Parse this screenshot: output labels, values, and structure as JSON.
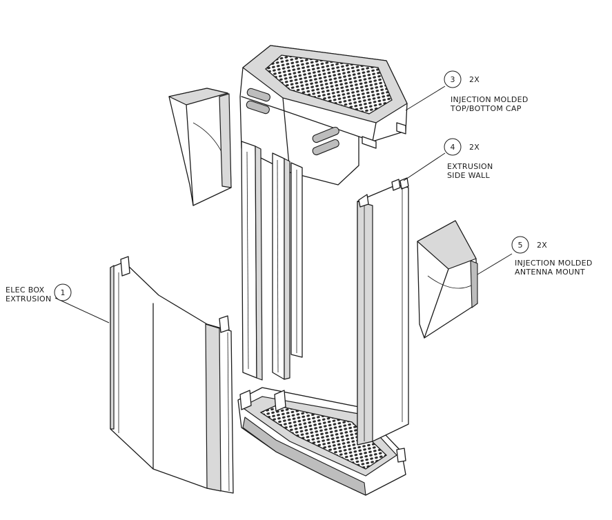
{
  "callouts": [
    {
      "number": "1",
      "lines": [
        "ELEC BOX",
        "EXTRUSION"
      ],
      "qty": ""
    },
    {
      "number": "3",
      "lines": [
        "INJECTION MOLDED",
        "TOP/BOTTOM CAP"
      ],
      "qty": "2X"
    },
    {
      "number": "4",
      "lines": [
        "EXTRUSION",
        "SIDE WALL"
      ],
      "qty": "2X"
    },
    {
      "number": "5",
      "lines": [
        "INJECTION MOLDED",
        "ANTENNA MOUNT"
      ],
      "qty": "2X"
    }
  ]
}
